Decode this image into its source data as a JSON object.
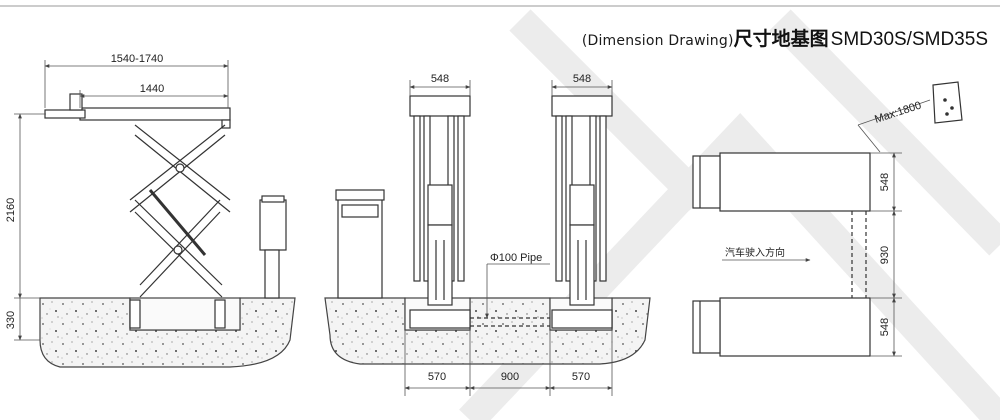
{
  "title": {
    "english": "(Dimension Drawing)",
    "chinese": "尺寸地基图",
    "models": "SMD30S/SMD35S"
  },
  "side_view": {
    "overall_length": "1540-1740",
    "platform_length": "1440",
    "max_height": "2160",
    "pit_depth": "330"
  },
  "front_view": {
    "platform_width_left": "548",
    "platform_width_right": "548",
    "pipe_label": "Φ100 Pipe",
    "pit_left_width": "570",
    "gap_width": "900",
    "pit_right_width": "570"
  },
  "top_view": {
    "max_label": "Max:1800",
    "direction_label": "汽车驶入方向",
    "platform_width_top": "548",
    "gap": "930",
    "platform_width_bottom": "548"
  },
  "colors": {
    "line": "#333333",
    "dim": "#555555",
    "ground": "#f2f2f2",
    "watermark": "#e6e6e6"
  }
}
